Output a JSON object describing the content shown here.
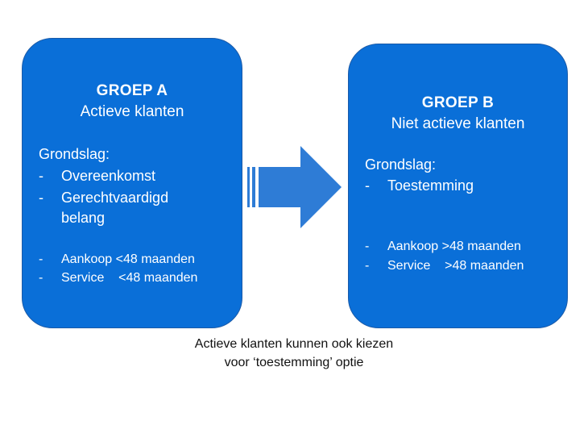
{
  "group_a": {
    "title": "GROEP A",
    "subtitle": "Actieve klanten",
    "basis_label": "Grondslag:",
    "basis_items": [
      "Overeenkomst",
      "Gerechtvaardigd",
      "belang"
    ],
    "criteria": [
      "Aankoop <48 maanden",
      "Service    <48 maanden"
    ]
  },
  "group_b": {
    "title": "GROEP B",
    "subtitle": "Niet actieve klanten",
    "basis_label": "Grondslag:",
    "basis_items": [
      "Toestemming"
    ],
    "criteria": [
      "Aankoop >48 maanden",
      "Service    >48 maanden"
    ]
  },
  "bullet": "-",
  "caption": {
    "line1": "Actieve klanten kunnen ook kiezen",
    "line2": "voor ‘toestemming’ optie"
  },
  "colors": {
    "box_fill": "#0A6FD8",
    "arrow_fill": "#2E7CD6",
    "text_on_box": "#ffffff"
  }
}
